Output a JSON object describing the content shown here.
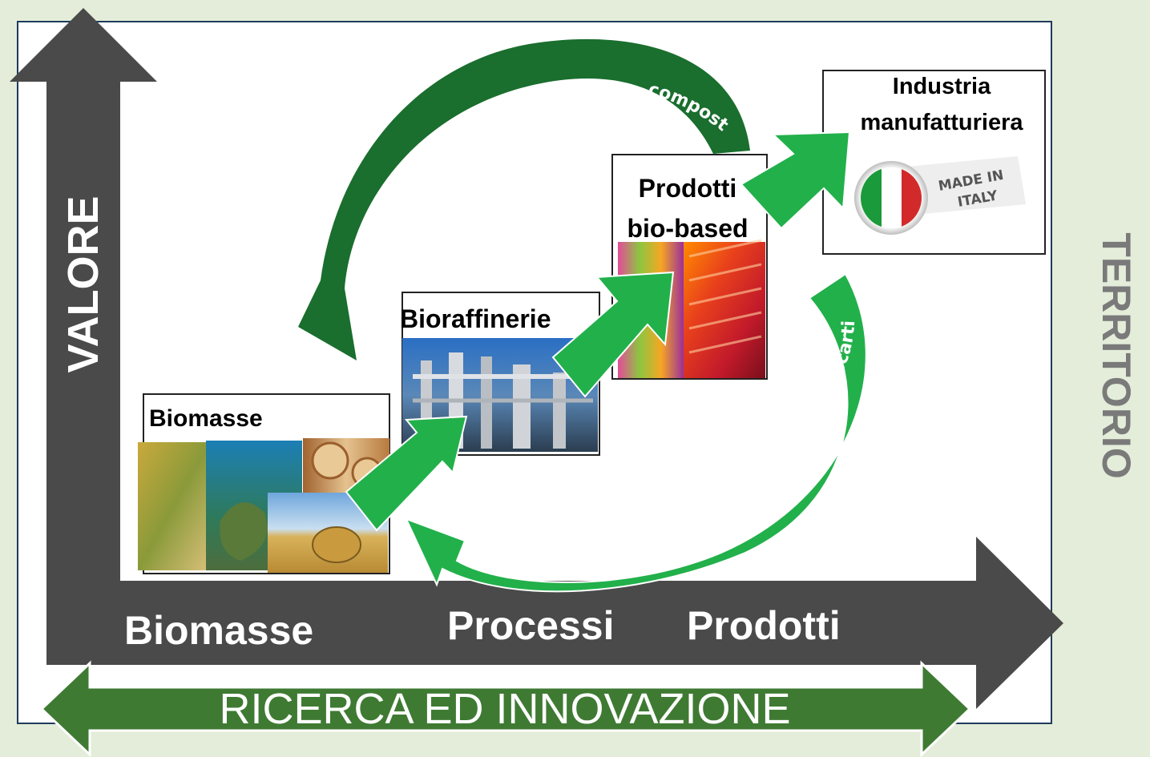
{
  "colors": {
    "background": "#e3edd9",
    "panel": "#ffffff",
    "axis": "#4a4a4a",
    "arrow_green": "#22b04b",
    "arrow_dark_green": "#1a6e2e",
    "research_green": "#3f7a33",
    "territorio_text": "#7a7a7a"
  },
  "axes": {
    "y_label": "VALORE",
    "x_labels": [
      "Biomasse",
      "Processi",
      "Prodotti"
    ],
    "side_label": "TERRITORIO",
    "bottom_banner": "RICERCA ED INNOVAZIONE"
  },
  "boxes": {
    "biomasse": {
      "title": "Biomasse",
      "image": "biomass-photo-collage"
    },
    "bioraffinerie": {
      "title": "Bioraffinerie",
      "image": "biorefinery-plant-photo"
    },
    "prodotti": {
      "title_line1": "Prodotti",
      "title_line2": "bio-based",
      "image": "colorful-bio-products-photo"
    },
    "industria": {
      "title_line1": "Industria",
      "title_line2": "manufatturiera",
      "badge_text1": "MADE IN",
      "badge_text2": "ITALY",
      "flag_icon": "italian-flag-icon"
    }
  },
  "cycle_arrows": {
    "top": "compost",
    "bottom": "scarti"
  }
}
